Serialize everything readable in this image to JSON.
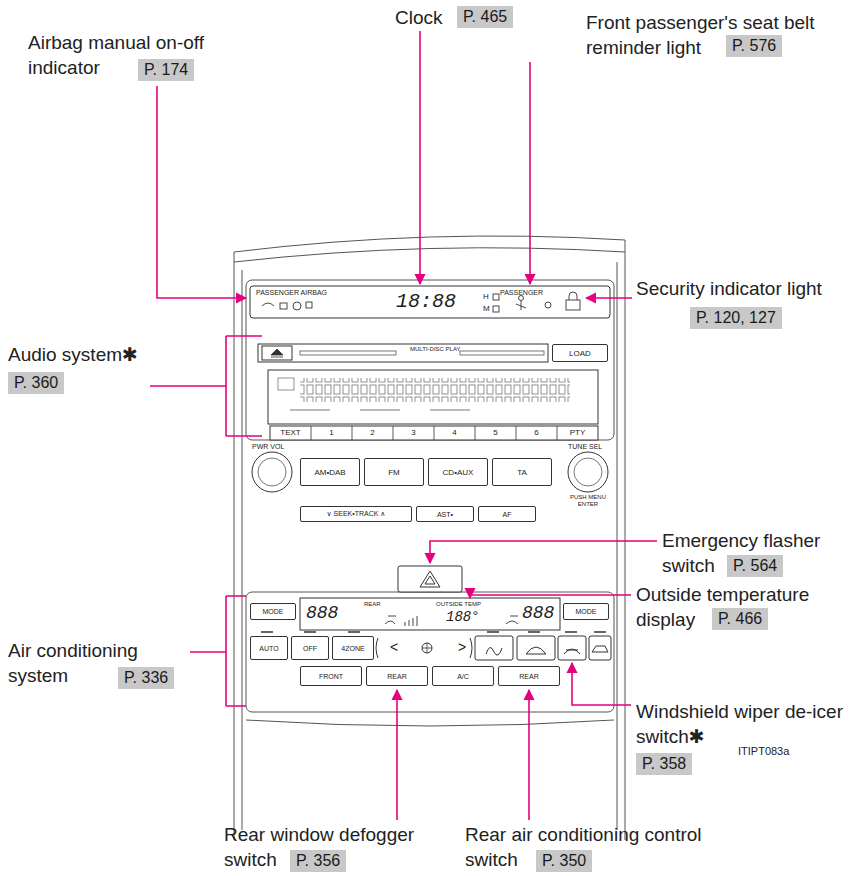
{
  "diagram": {
    "nodes": [
      {
        "text": [
          "P. 465"
        ]
      },
      {
        "text": [
          "P. 174"
        ]
      },
      {
        "text": [
          "P. 576"
        ]
      },
      {
        "text": [
          "P. 120, 127"
        ]
      },
      {
        "text": [
          "P. 360"
        ]
      },
      {
        "text": [
          "P. 564"
        ]
      },
      {
        "text": [
          "P. 466"
        ]
      },
      {
        "text": [
          "P. 336"
        ]
      },
      {
        "text": [
          "P. 358"
        ]
      },
      {
        "text": [
          "P. 356"
        ]
      },
      {
        "text": [
          "P. 350"
        ]
      },
      {
        "text": [
          "LOAD"
        ]
      },
      {
        "text": [
          "AM•DAB"
        ]
      },
      {
        "text": [
          "FM"
        ]
      },
      {
        "text": [
          "CD•AUX"
        ]
      },
      {
        "text": [
          "TA"
        ]
      },
      {
        "text": [
          "∨ SEEK•TRACK ∧"
        ]
      },
      {
        "text": [
          "AST•"
        ]
      },
      {
        "text": [
          "AF"
        ]
      },
      {
        "text": [
          "MODE"
        ]
      },
      {
        "text": [
          "MODE"
        ]
      },
      {
        "text": [
          "AUTO"
        ]
      },
      {
        "text": [
          "OFF"
        ]
      },
      {
        "text": [
          "4ZONE"
        ]
      },
      {
        "text": [
          "FRONT"
        ]
      },
      {
        "text": [
          "REAR"
        ]
      },
      {
        "text": [
          "A/C"
        ]
      },
      {
        "text": [
          "REAR"
        ]
      }
    ],
    "labels": [
      "Clock",
      "Airbag manual on-off indicator",
      "Front passenger's seat belt reminder light",
      "Security indicator light",
      "Audio system✱",
      "Emergency flasher switch",
      "Outside temperature display",
      "Air conditioning system",
      "Windshield wiper de-icer switch✱",
      "Rear window defogger switch",
      "Rear air conditioning control switch",
      "PASSENGER AIRBAG",
      "18:88",
      "H",
      "M",
      "PASSENGER",
      "MULTI-DISC PLAY",
      "TEXT",
      "1",
      "2",
      "3",
      "4",
      "5",
      "6",
      "PTY",
      "PWR VOL",
      "TUNE SEL",
      "PUSH MENU ENTER",
      "888",
      "REAR",
      "OUTSIDE TEMP",
      "188°",
      "888",
      "<",
      ">",
      "ITIPT083a"
    ]
  }
}
